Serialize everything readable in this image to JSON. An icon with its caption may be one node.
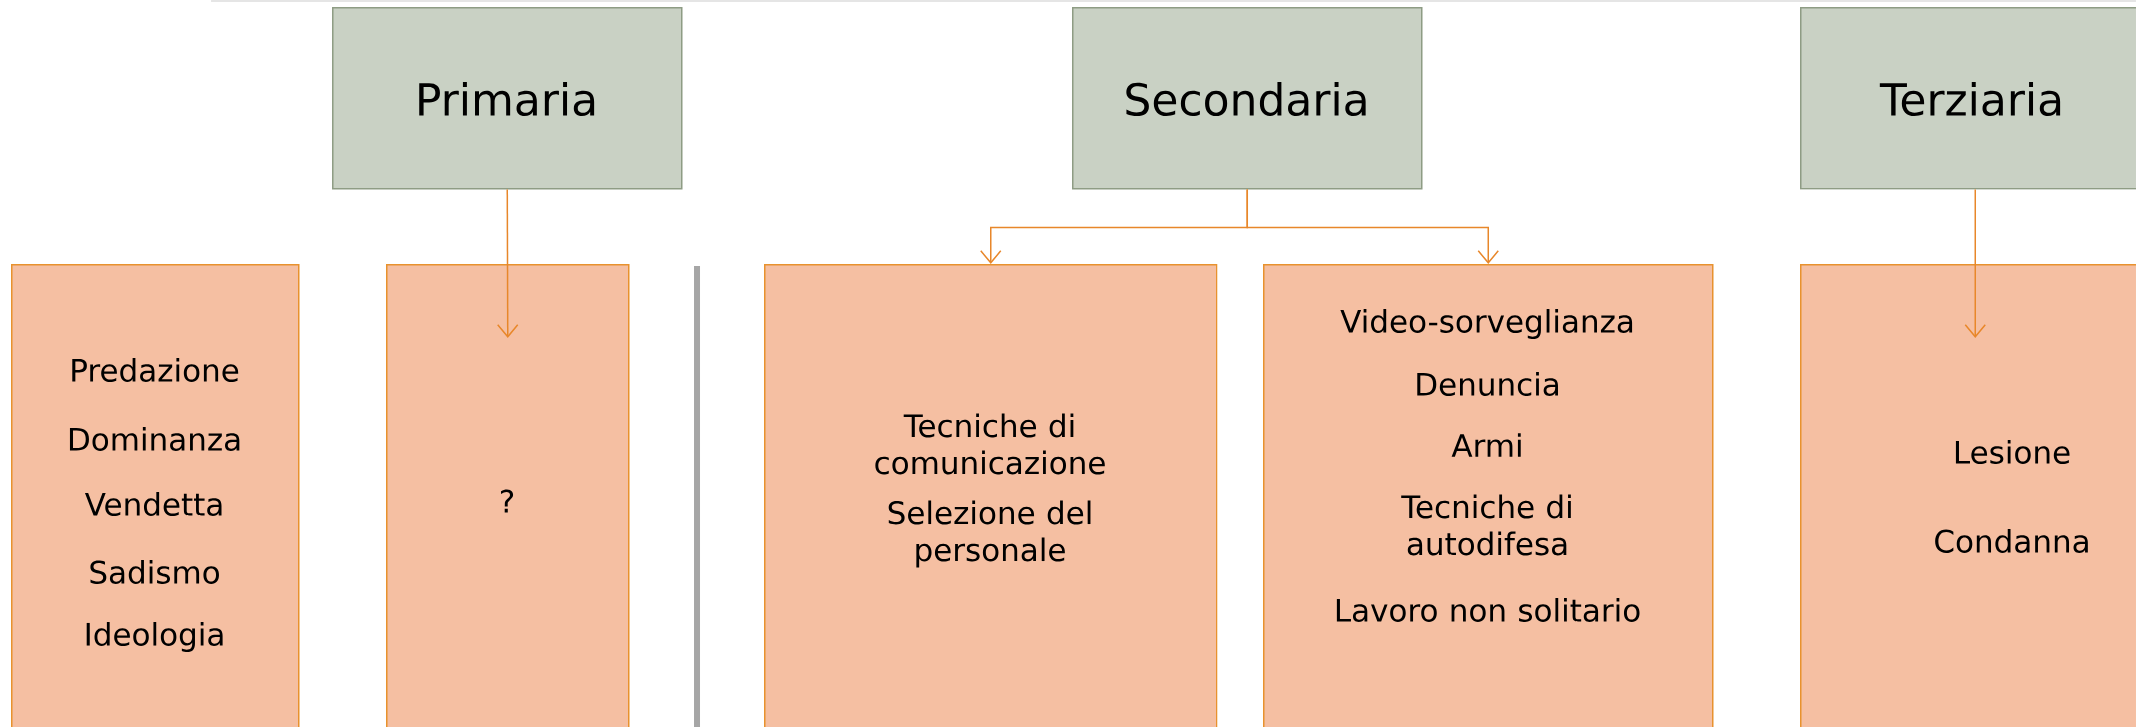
{
  "diagram": {
    "nodes": [
      {
        "text": [
          "Primaria"
        ]
      },
      {
        "text": [
          "Secondaria"
        ]
      },
      {
        "text": [
          "Terziaria"
        ]
      },
      {
        "text": [
          "Predazione",
          "Dominanza",
          "Vendetta",
          "Sadismo",
          "Ideologia"
        ]
      },
      {
        "text": [
          "?"
        ]
      },
      {
        "text": [
          "Tecniche di comunicazione",
          "Selezione del personale"
        ]
      },
      {
        "text": [
          "Video-sorveglianza",
          "Denuncia",
          "Armi",
          "Tecniche di autodifesa",
          "Lavoro non solitario"
        ]
      },
      {
        "text": [
          "Lesione",
          "Condanna"
        ]
      }
    ],
    "edges": [
      {
        "from": 0,
        "to": 4,
        "arrow": "to"
      },
      {
        "from": 1,
        "to": 5,
        "arrow": "to"
      },
      {
        "from": 1,
        "to": 6,
        "arrow": "to"
      },
      {
        "from": 2,
        "to": 7,
        "arrow": "to"
      }
    ]
  }
}
